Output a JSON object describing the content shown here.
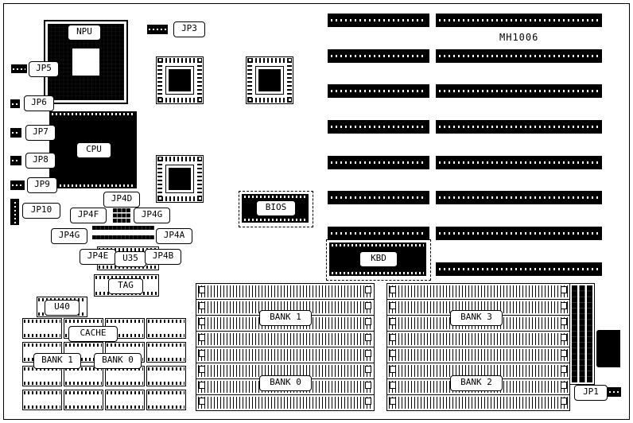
{
  "board": {
    "model": "MH1006"
  },
  "colors": {
    "line": "#000000",
    "background": "#ffffff"
  },
  "labels": {
    "jp1": "JP1",
    "jp3": "JP3",
    "jp5": "JP5",
    "jp6": "JP6",
    "jp7": "JP7",
    "jp8": "JP8",
    "jp9": "JP9",
    "jp10": "JP10",
    "npu": "NPU",
    "cpu": "CPU",
    "jp4a": "JP4A",
    "jp4b": "JP4B",
    "jp4d": "JP4D",
    "jp4e": "JP4E",
    "jp4f": "JP4F",
    "jp4g_left": "JP4G",
    "jp4g_right": "JP4G",
    "u35": "U35",
    "u40": "U40",
    "tag": "TAG",
    "cache": "CACHE",
    "cache_bank_1": "BANK 1",
    "cache_bank_0": "BANK 0",
    "bios": "BIOS",
    "kbd": "KBD",
    "mem_bank_1": "BANK 1",
    "mem_bank_0": "BANK 0",
    "mem_bank_3": "BANK 3",
    "mem_bank_2": "BANK 2"
  }
}
